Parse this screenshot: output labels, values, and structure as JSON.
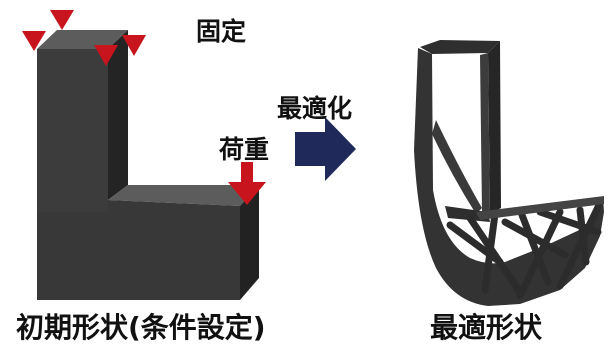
{
  "labels": {
    "fixed": "固定",
    "load": "荷重",
    "optimize": "最適化"
  },
  "captions": {
    "initial": "初期形状(条件設定)",
    "optimal": "最適形状"
  },
  "colors": {
    "constraint_red": "#c8141c",
    "arrow_navy": "#202a5a",
    "solid_front": "#3a3a3a",
    "solid_top": "#5c5c5c",
    "solid_side": "#232323"
  }
}
